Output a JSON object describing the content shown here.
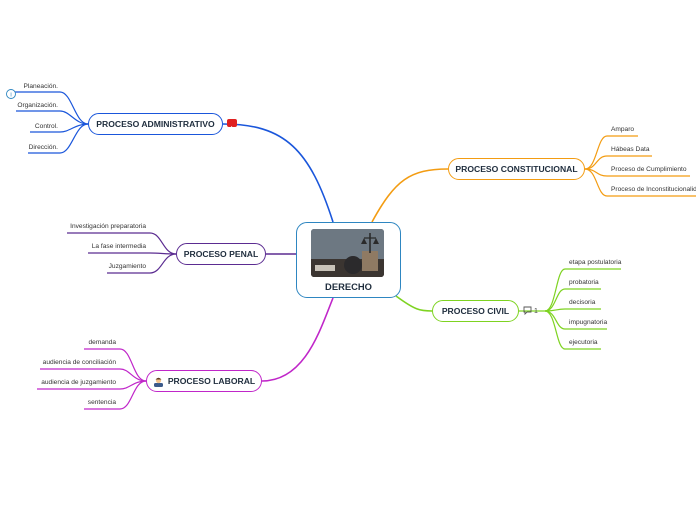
{
  "center": {
    "title": "DERECHO"
  },
  "branches": {
    "administrativo": {
      "title": "PROCESO ADMINISTRATIVO",
      "color": "#1a56db",
      "items": [
        "Planeación.",
        "Organización.",
        "Control.",
        "Dirección."
      ],
      "badge": "youtube-icon"
    },
    "penal": {
      "title": "PROCESO PENAL",
      "color": "#5b2c91",
      "items": [
        "Investigación preparatoria",
        "La fase intermedia",
        "Juzgamiento"
      ]
    },
    "laboral": {
      "title": "PROCESO LABORAL",
      "color": "#c026c9",
      "items": [
        "demanda",
        "audiencia de conciliación",
        "audiencia de juzgamiento",
        "sentencia"
      ],
      "badge": "worker-icon"
    },
    "constitucional": {
      "title": "PROCESO CONSTITUCIONAL",
      "color": "#f39c12",
      "items": [
        "Amparo",
        "Hábeas Data",
        "Proceso de Cumplimiento",
        "Proceso de Inconstitucionalidad"
      ]
    },
    "civil": {
      "title": "PROCESO  CIVIL",
      "color": "#7ed321",
      "items": [
        "etapa postulatoria",
        "probatoria",
        "decisoria",
        "impugnatoria",
        "ejecutoria"
      ],
      "comment_count": "1"
    }
  },
  "info_icon": "info-icon"
}
